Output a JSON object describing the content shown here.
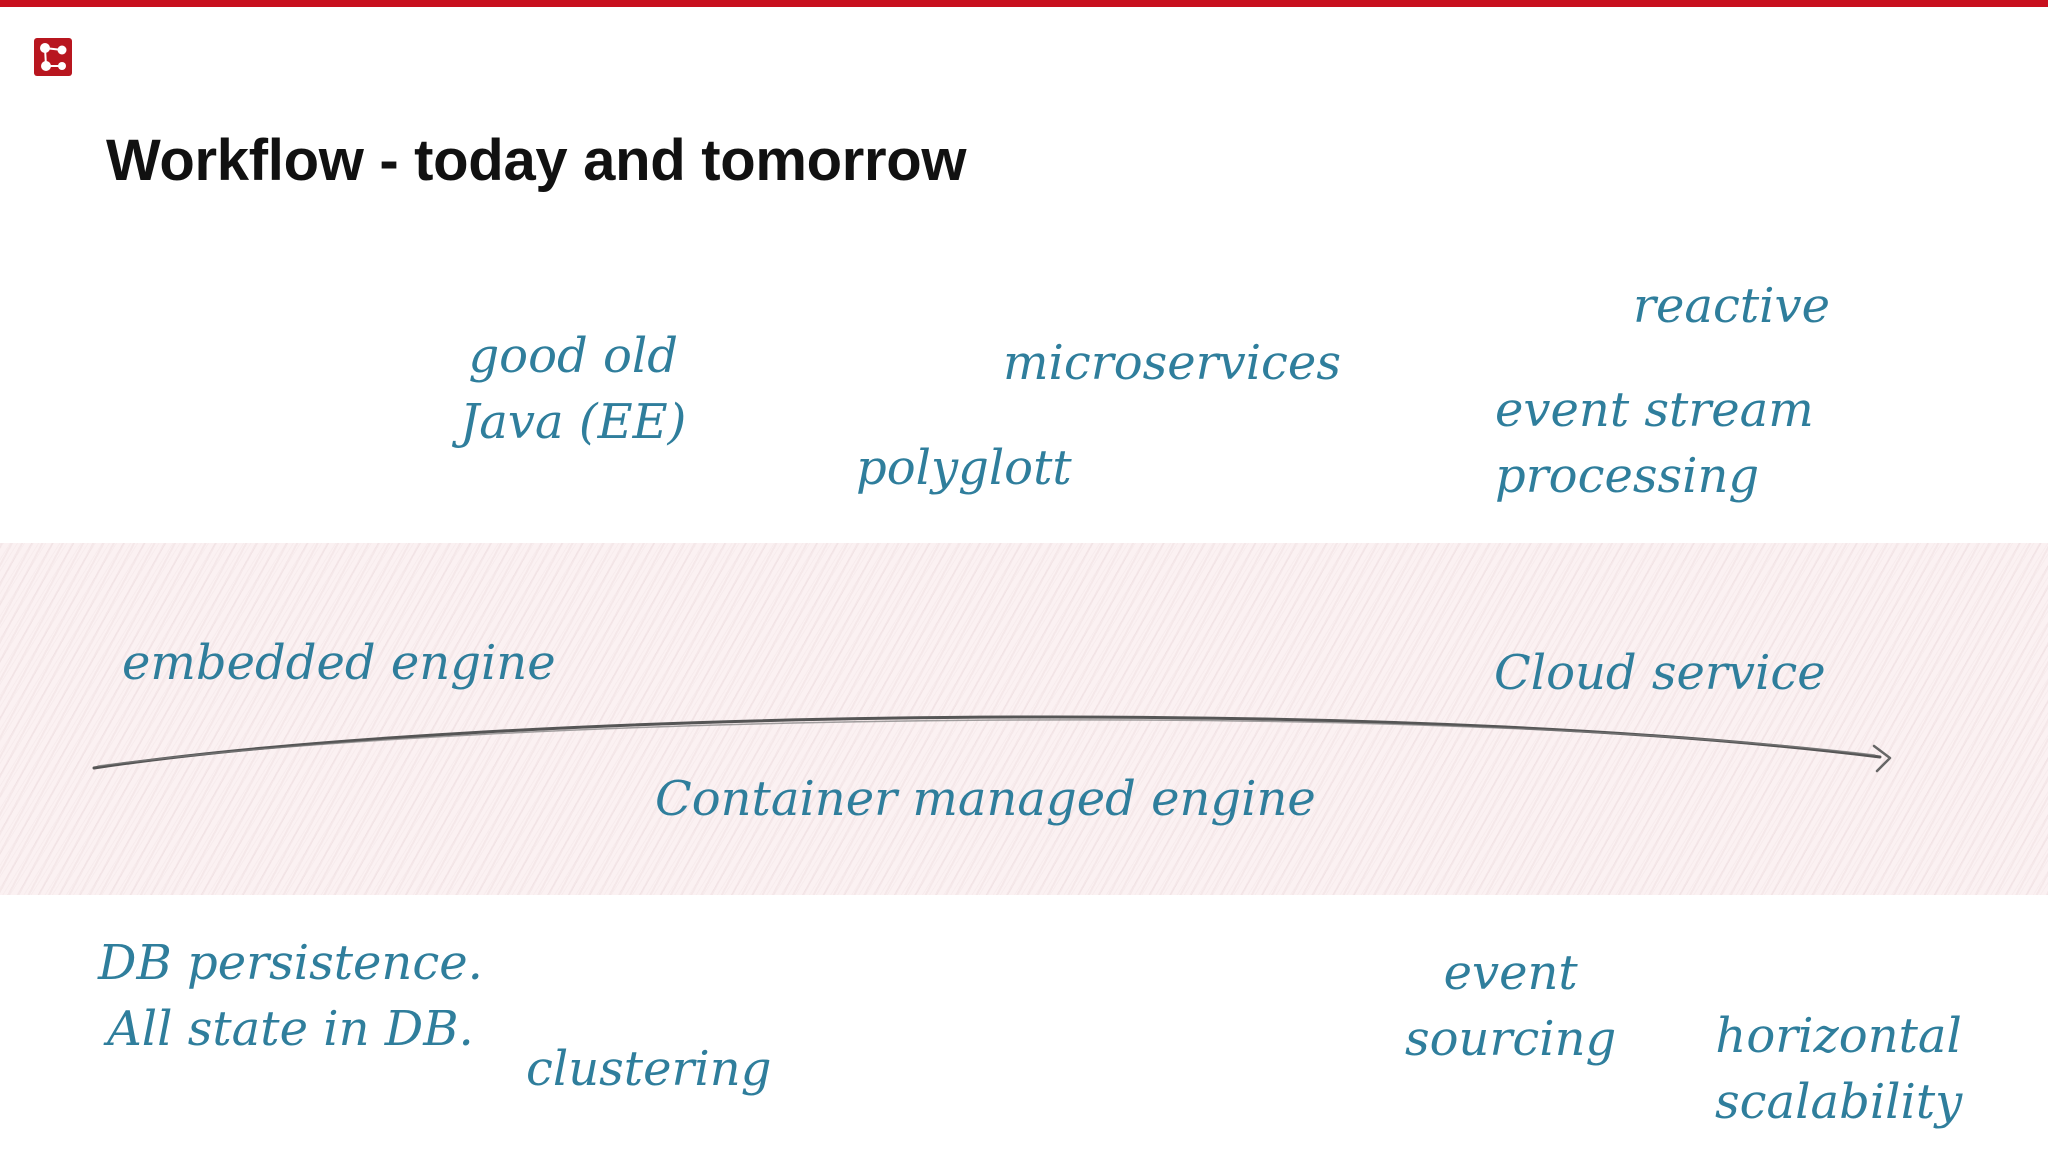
{
  "slide": {
    "title": "Workflow - today and tomorrow"
  },
  "colors": {
    "accent_bar": "#c8101e",
    "handwriting": "#2f7e9c",
    "band": "#fbf1f2"
  },
  "top_row": {
    "good_old_java": [
      "good old",
      "Java (EE)"
    ],
    "microservices": "microservices",
    "polyglott": "polyglott",
    "reactive": "reactive",
    "event_stream_processing": [
      "event stream",
      "processing"
    ]
  },
  "timeline": {
    "embedded_engine": "embedded engine",
    "cloud_service": "Cloud service",
    "container_managed_engine": "Container managed engine"
  },
  "bottom_row": {
    "db_persistence": [
      "DB persistence.",
      "All state in DB."
    ],
    "clustering": "clustering",
    "event_sourcing": [
      "event",
      "sourcing"
    ],
    "horizontal_scalability": [
      "horizontal",
      "scalability"
    ]
  }
}
